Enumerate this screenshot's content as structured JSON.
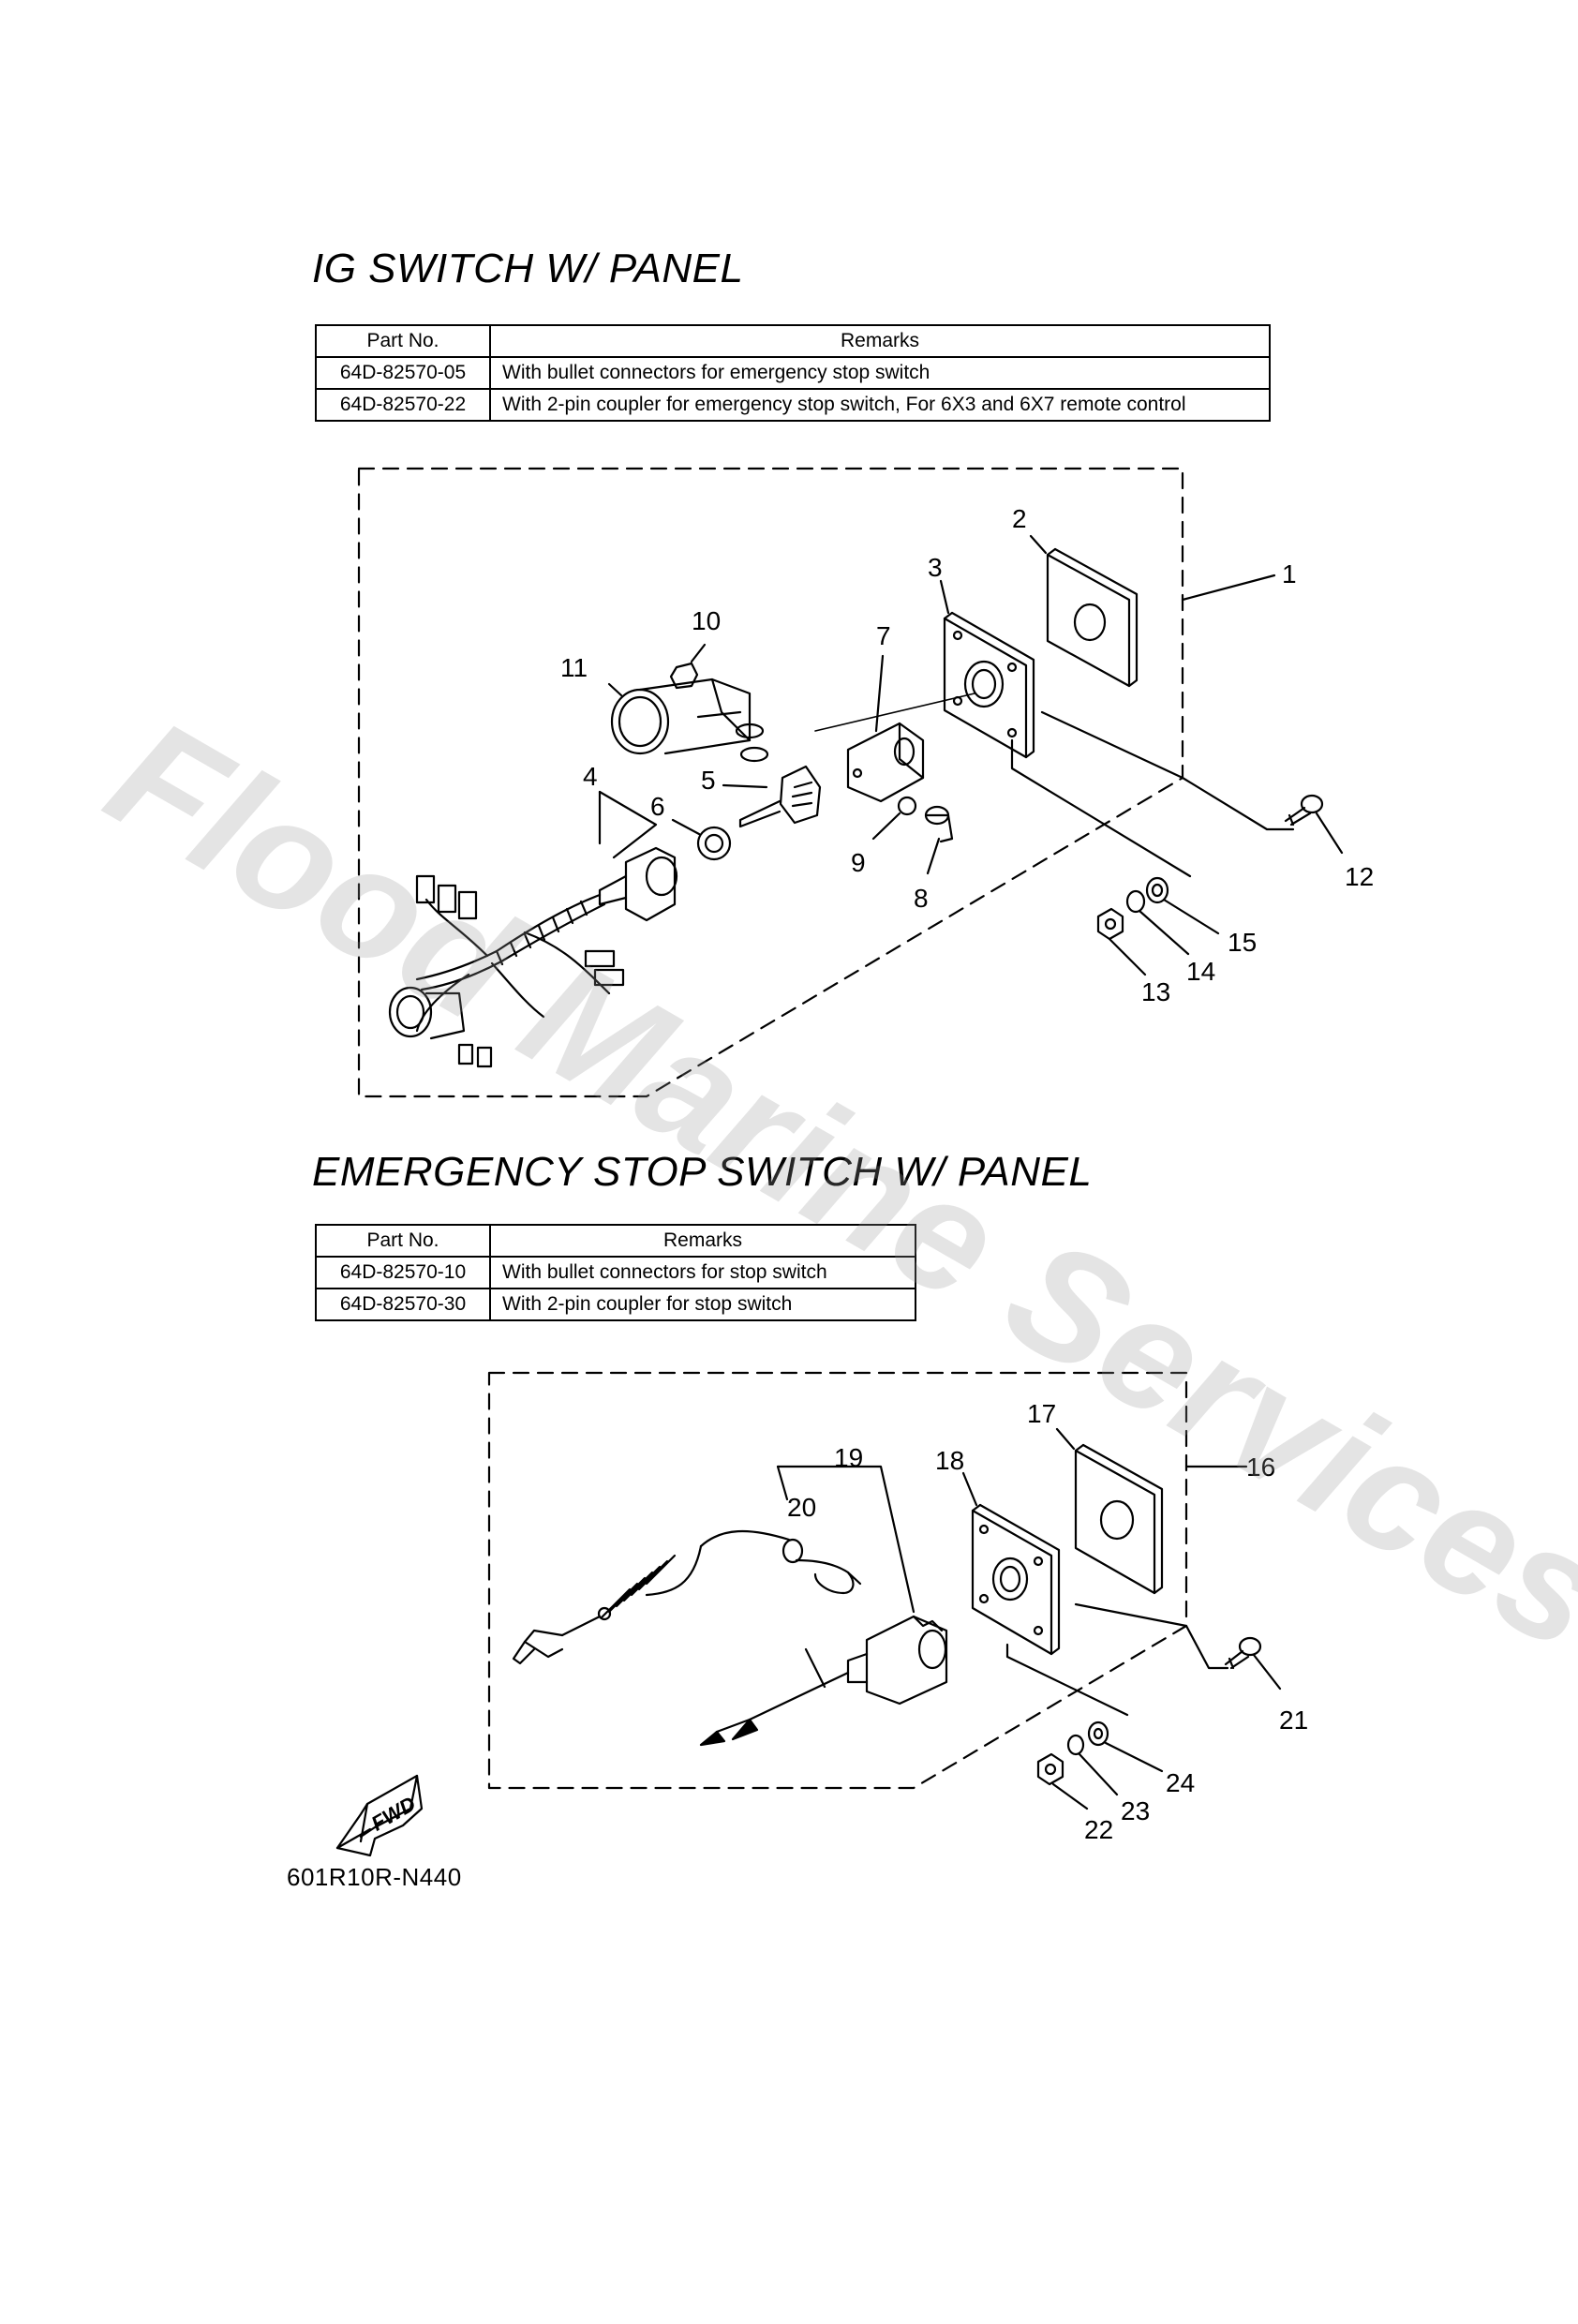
{
  "section1": {
    "title": "IG SWITCH W/ PANEL",
    "table": {
      "headers": [
        "Part No.",
        "Remarks"
      ],
      "rows": [
        {
          "part_no": "64D-82570-05",
          "remarks": "With bullet connectors for emergency stop switch"
        },
        {
          "part_no": "64D-82570-22",
          "remarks": "With 2-pin coupler for emergency stop switch, For 6X3 and 6X7 remote control"
        }
      ]
    },
    "callouts": [
      "1",
      "2",
      "3",
      "4",
      "5",
      "6",
      "7",
      "8",
      "9",
      "10",
      "11",
      "12",
      "13",
      "14",
      "15"
    ]
  },
  "section2": {
    "title": "EMERGENCY STOP SWITCH W/ PANEL",
    "table": {
      "headers": [
        "Part No.",
        "Remarks"
      ],
      "rows": [
        {
          "part_no": "64D-82570-10",
          "remarks": "With bullet connectors for stop switch"
        },
        {
          "part_no": "64D-82570-30",
          "remarks": "With 2-pin coupler for stop switch"
        }
      ]
    },
    "callouts": [
      "16",
      "17",
      "18",
      "19",
      "20",
      "21",
      "22",
      "23",
      "24"
    ]
  },
  "fwd_label": "FWD",
  "reference_code": "601R10R-N440",
  "watermark": "Flood Marine Services"
}
